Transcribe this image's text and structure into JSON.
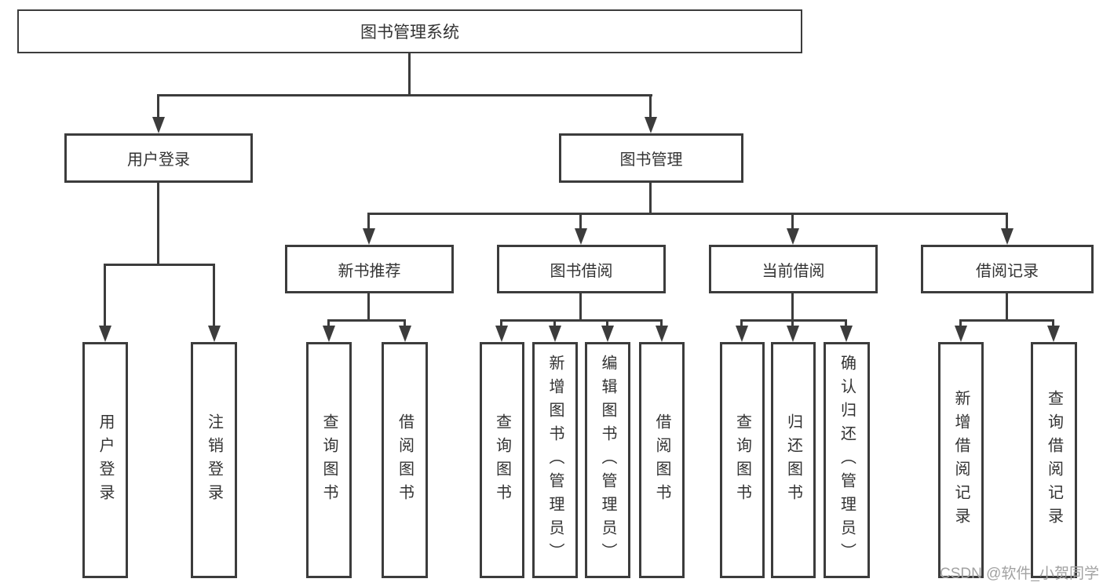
{
  "diagram": {
    "root": {
      "label": "图书管理系统"
    },
    "level2": [
      {
        "label": "用户登录"
      },
      {
        "label": "图书管理"
      }
    ],
    "level3": [
      {
        "label": "新书推荐"
      },
      {
        "label": "图书借阅"
      },
      {
        "label": "当前借阅"
      },
      {
        "label": "借阅记录"
      }
    ],
    "leaves": [
      {
        "label": "用户登录"
      },
      {
        "label": "注销登录"
      },
      {
        "label": "查询图书"
      },
      {
        "label": "借阅图书"
      },
      {
        "label": "查询图书"
      },
      {
        "label": "新增图书（管理员）"
      },
      {
        "label": "编辑图书（管理员）"
      },
      {
        "label": "借阅图书"
      },
      {
        "label": "查询图书"
      },
      {
        "label": "归还图书"
      },
      {
        "label": "确认归还（管理员）"
      },
      {
        "label": "新增借阅记录"
      },
      {
        "label": "查询借阅记录"
      }
    ],
    "colors": {
      "line": "#3c3c3c",
      "text": "#333333",
      "background": "#ffffff",
      "watermark": "#a2a2a2"
    }
  },
  "watermark": {
    "text": "CSDN @软件_小贺同学"
  }
}
